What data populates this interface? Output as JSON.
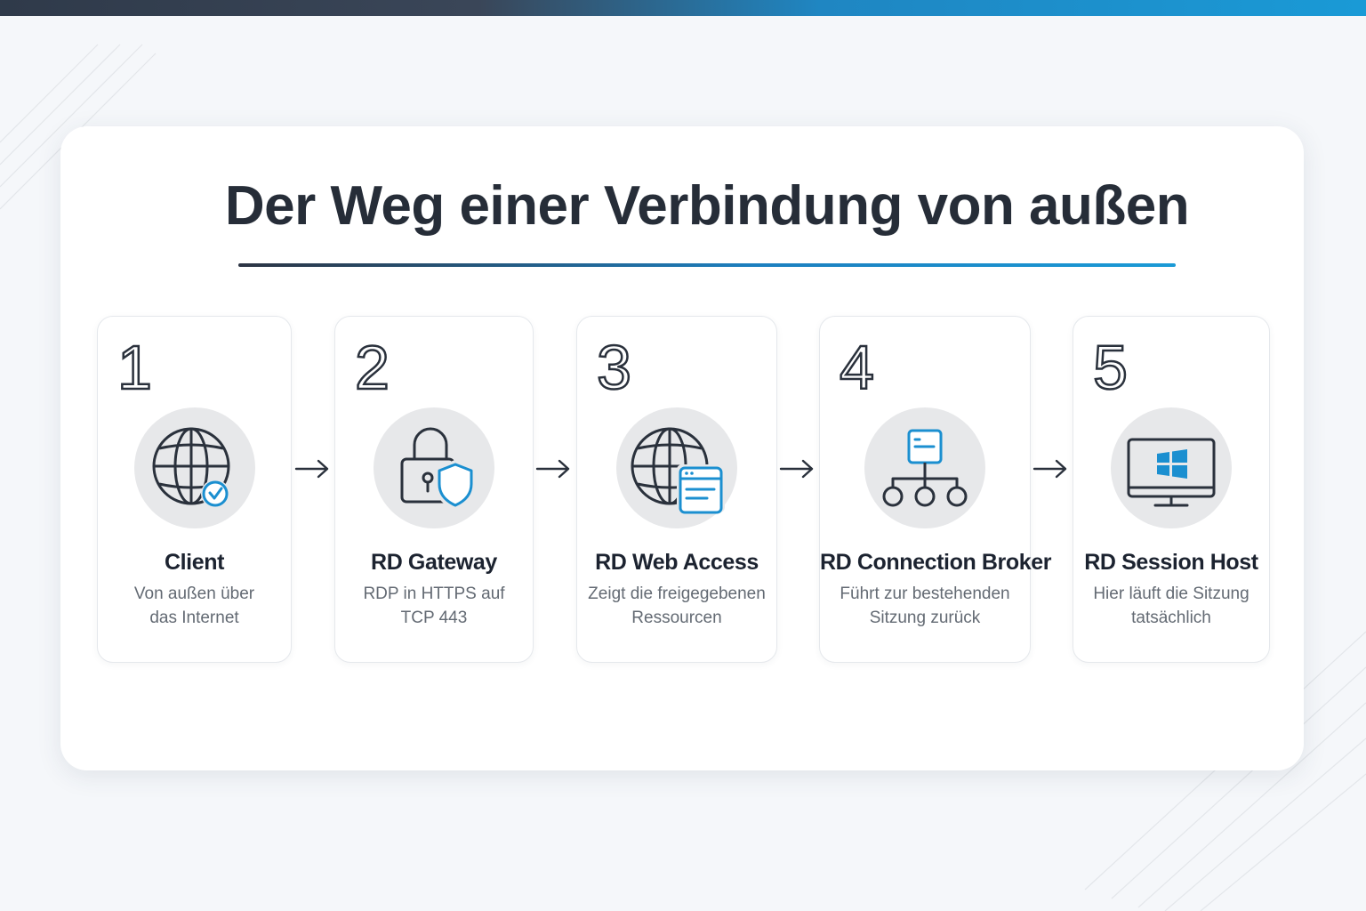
{
  "title": "Der Weg einer Verbindung von außen",
  "steps": [
    {
      "number": "1",
      "label": "Client",
      "desc_line1": "Von außen über",
      "desc_line2": "das Internet",
      "icon": "globe-check-icon"
    },
    {
      "number": "2",
      "label": "RD Gateway",
      "desc_line1": "RDP in HTTPS auf",
      "desc_line2": "TCP 443",
      "icon": "lock-shield-icon"
    },
    {
      "number": "3",
      "label": "RD Web Access",
      "desc_line1": "Zeigt die freigegebenen",
      "desc_line2": "Ressourcen",
      "icon": "globe-browser-icon"
    },
    {
      "number": "4",
      "label": "RD Connection Broker",
      "desc_line1": "Führt zur bestehenden",
      "desc_line2": "Sitzung zurück",
      "icon": "network-hierarchy-icon"
    },
    {
      "number": "5",
      "label": "RD Session Host",
      "desc_line1": "Hier läuft die Sitzung",
      "desc_line2": "tatsächlich",
      "icon": "windows-monitor-icon"
    }
  ],
  "colors": {
    "dark": "#2a313c",
    "accent": "#1b8fd0",
    "circle": "#e7e8ea"
  }
}
